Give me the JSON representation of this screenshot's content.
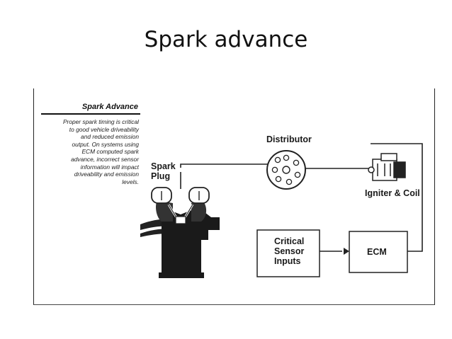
{
  "slide": {
    "title": "Spark advance"
  },
  "figure": {
    "heading": "Spark Advance",
    "caption": "Proper spark timing is critical\nto good vehicle driveability\nand reduced emission\noutput. On systems using\nECM computed spark\nadvance, incorrect sensor\ninformation will impact\ndriveability and emission\nlevels."
  },
  "diagram": {
    "distributor_label": "Distributor",
    "spark_plug_label": "Spark\nPlug",
    "igniter_coil_label": "Igniter & Coil",
    "critical_sensor_inputs_label": "Critical\nSensor\nInputs",
    "ecm_label": "ECM"
  }
}
